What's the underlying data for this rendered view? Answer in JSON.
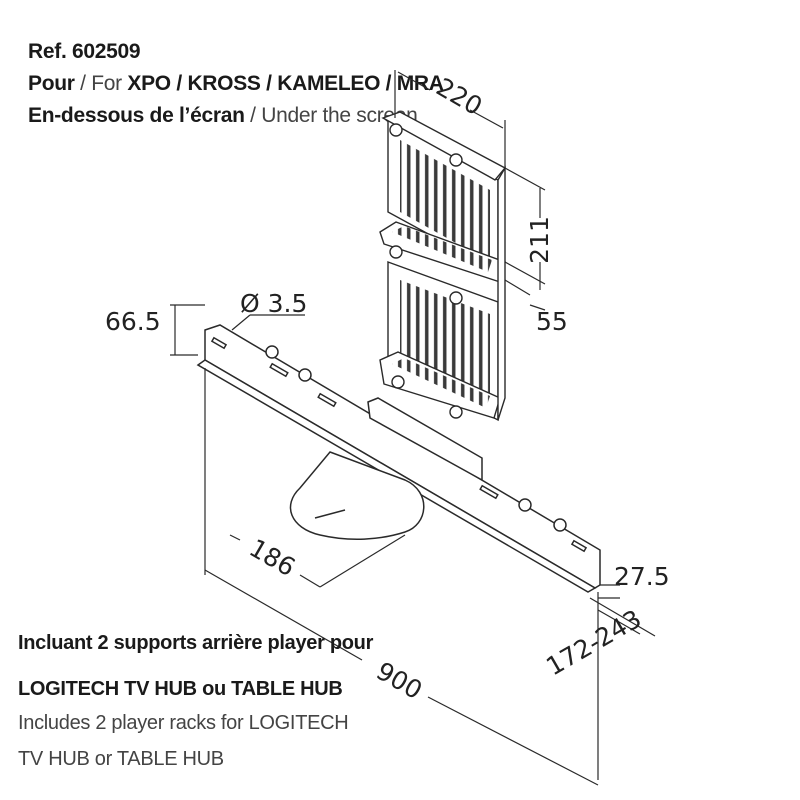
{
  "header": {
    "ref": "Ref. 602509",
    "line2": {
      "fr_bold": "Pour",
      "sep": " / ",
      "en": "For ",
      "models": "XPO / KROSS / KAMELEO / MRA"
    },
    "line3": {
      "fr_bold": "En-dessous de l’écran",
      "sep": " / ",
      "en": "Under the screen"
    }
  },
  "dimensions": {
    "rack_width": "220",
    "rack_height": "211",
    "rack_depth": "55",
    "bracket_height": "66.5",
    "hole_diameter": "Ø 3.5",
    "plate_width": "186",
    "bracket_depth": "27.5",
    "adjust_range": "172-243",
    "total_length": "900"
  },
  "footer": {
    "fr_line1": "Incluant 2 supports arrière player pour",
    "fr_line2": "LOGITECH TV HUB ou TABLE HUB",
    "en_line1": "Includes 2 player racks for LOGITECH",
    "en_line2": "TV HUB or TABLE HUB"
  },
  "colors": {
    "line": "#2a2a2a",
    "text": "#1a1a1a",
    "light_text": "#444444"
  }
}
